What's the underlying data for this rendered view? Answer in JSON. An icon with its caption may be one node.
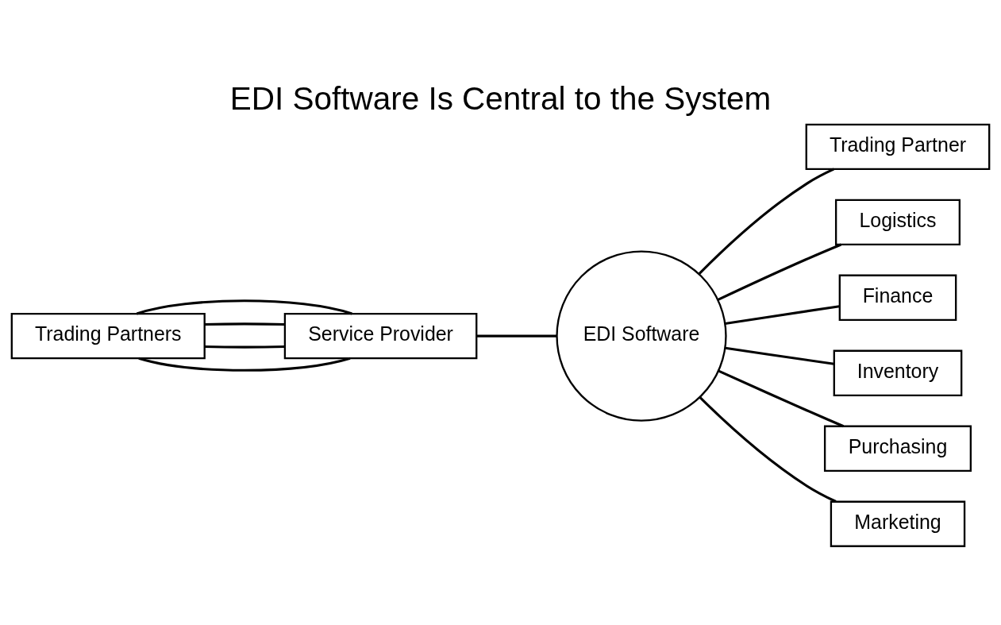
{
  "diagram": {
    "title": "EDI Software Is Central to the System",
    "nodes": [
      {
        "text": [
          "Trading Partners"
        ]
      },
      {
        "text": [
          "Service Provider"
        ]
      },
      {
        "text": [
          "EDI Software"
        ]
      },
      {
        "text": [
          "Trading Partner"
        ]
      },
      {
        "text": [
          "Logistics"
        ]
      },
      {
        "text": [
          "Finance"
        ]
      },
      {
        "text": [
          "Inventory"
        ]
      },
      {
        "text": [
          "Purchasing"
        ]
      },
      {
        "text": [
          "Marketing"
        ]
      }
    ],
    "edges": [
      {
        "from": 0,
        "to": 1,
        "arrow": "none"
      },
      {
        "from": 0,
        "to": 1,
        "arrow": "none"
      },
      {
        "from": 0,
        "to": 1,
        "arrow": "none"
      },
      {
        "from": 0,
        "to": 1,
        "arrow": "none"
      },
      {
        "from": 1,
        "to": 2,
        "arrow": "none"
      },
      {
        "from": 2,
        "to": 3,
        "arrow": "none"
      },
      {
        "from": 2,
        "to": 4,
        "arrow": "none"
      },
      {
        "from": 2,
        "to": 5,
        "arrow": "none"
      },
      {
        "from": 2,
        "to": 6,
        "arrow": "none"
      },
      {
        "from": 2,
        "to": 7,
        "arrow": "none"
      },
      {
        "from": 2,
        "to": 8,
        "arrow": "none"
      }
    ]
  }
}
